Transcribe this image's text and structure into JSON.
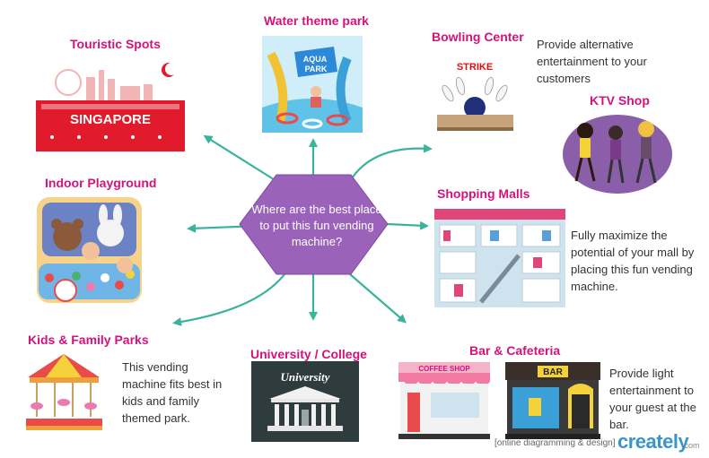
{
  "center": {
    "question": "Where are the best place to put this fun vending machine?"
  },
  "nodes": {
    "water_theme_park": {
      "label": "Water theme park",
      "sign_line1": "AQUA",
      "sign_line2": "PARK"
    },
    "touristic_spots": {
      "label": "Touristic Spots",
      "sign": "SINGAPORE"
    },
    "bowling_center": {
      "label": "Bowling Center",
      "sign": "STRIKE",
      "description": "Provide alternative entertainment to your customers"
    },
    "ktv_shop": {
      "label": "KTV Shop"
    },
    "indoor_playground": {
      "label": "Indoor Playground"
    },
    "shopping_malls": {
      "label": "Shopping Malls",
      "description": "Fully maximize the potential of your mall by placing this fun vending machine."
    },
    "kids_family_parks": {
      "label": "Kids & Family Parks",
      "description": "This vending machine fits best in kids and family themed park."
    },
    "university_college": {
      "label": "University / College",
      "sign": "University"
    },
    "bar_cafeteria": {
      "label": "Bar & Cafeteria",
      "coffee_sign": "COFFEE SHOP",
      "bar_sign": "BAR",
      "description": "Provide light entertainment to your guest at the bar."
    }
  },
  "footer": {
    "caption": "[online diagramming & design]",
    "brand": "creately",
    "brand_suffix": ".com"
  },
  "colors": {
    "arrow": "#3bb39c",
    "hexagon": "#9a63b9",
    "label": "#d3137b"
  }
}
